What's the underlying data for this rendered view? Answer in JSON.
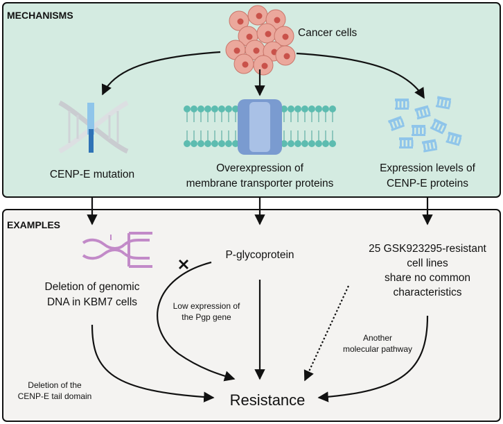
{
  "panels": {
    "mechanisms": {
      "heading": "MECHANISMS",
      "fill": "#d4ebe1",
      "source_label": "Cancer cells",
      "items": [
        {
          "label_lines": [
            "CENP-E mutation"
          ],
          "icon": "dna-helix-icon"
        },
        {
          "label_lines": [
            "Overexpression of",
            "membrane transporter proteins"
          ],
          "icon": "membrane-transporter-icon"
        },
        {
          "label_lines": [
            "Expression levels of",
            "CENP-E proteins"
          ],
          "icon": "cenp-e-proteins-icon"
        }
      ]
    },
    "examples": {
      "heading": "EXAMPLES",
      "fill": "#f4f3f1",
      "col1_lines": [
        "Deletion of genomic",
        "DNA in KBM7 cells"
      ],
      "col2_label": "P-glycoprotein",
      "col3_lines": [
        "25 GSK923295-resistant",
        "cell lines",
        "share no common",
        "characteristics"
      ],
      "edge_labels": {
        "tail_domain": [
          "Deletion of the",
          "CENP-E tail domain"
        ],
        "pgp_low": [
          "Low expression of",
          "the Pgp gene"
        ],
        "other_pathway": [
          "Another",
          "molecular pathway"
        ]
      },
      "outcome": "Resistance"
    }
  },
  "colors": {
    "cell_fill": "#eba89c",
    "cell_nucleus": "#c9524a",
    "membrane_head": "#5dbcb0",
    "transporter": "#7a9bd0",
    "protein": "#8fc5ea",
    "dna_pink": "#c28ac8",
    "dna_blue": "#2f73b6"
  }
}
